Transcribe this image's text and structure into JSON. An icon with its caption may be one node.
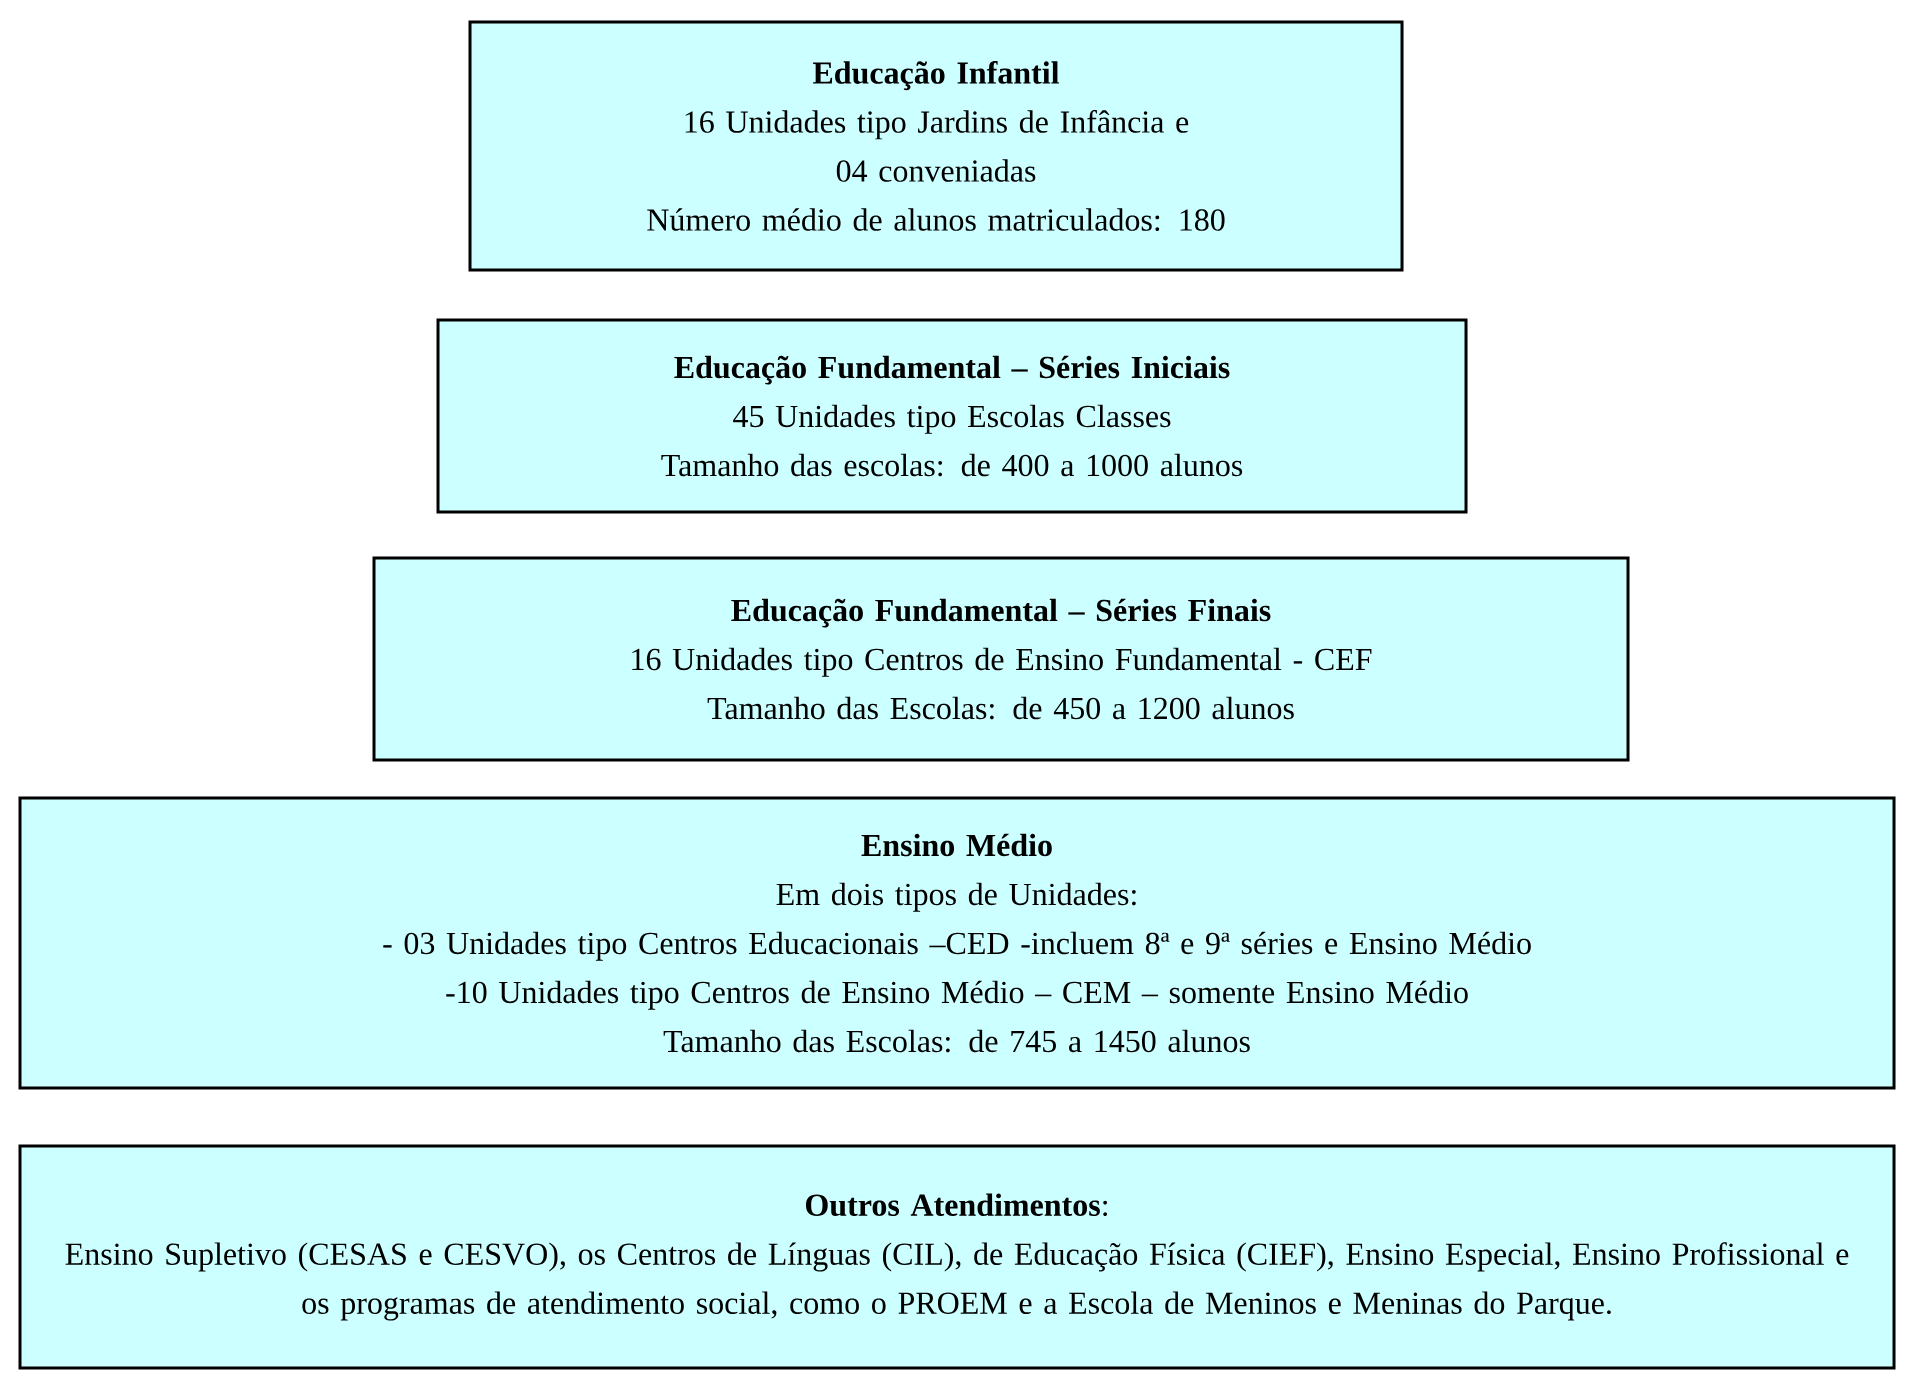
{
  "diagram": {
    "nodes": [
      {
        "text": [
          "Educação Infantil",
          "16 Unidades tipo Jardins de Infância e 04 conveniadas",
          "Número médio de alunos matriculados: 180"
        ]
      },
      {
        "text": [
          "Educação Fundamental – Séries Iniciais",
          "45 Unidades tipo Escolas Classes",
          "Tamanho das escolas: de 400 a 1000 alunos"
        ]
      },
      {
        "text": [
          "Educação Fundamental – Séries Finais",
          "16 Unidades tipo Centros de Ensino Fundamental - CEF",
          "Tamanho das Escolas: de 450 a 1200 alunos"
        ]
      },
      {
        "text": [
          "Ensino Médio",
          "Em dois tipos de Unidades:",
          "- 03 Unidades tipo Centros Educacionais –CED -incluem 8ª e 9ª séries e Ensino Médio",
          "-10 Unidades tipo Centros de Ensino Médio – CEM – somente Ensino Médio",
          "Tamanho das Escolas: de 745 a 1450 alunos"
        ]
      },
      {
        "text": [
          "**Outros Atendimentos**:",
          "Ensino Supletivo (CESAS e CESVO), os Centros de Línguas (CIL), de Educação Física (CIEF), Ensino Especial, Ensino Profissional e os programas de atendimento social, como o PROEM e a Escola de Meninos e Meninas do Parque."
        ]
      }
    ],
    "edges": []
  }
}
